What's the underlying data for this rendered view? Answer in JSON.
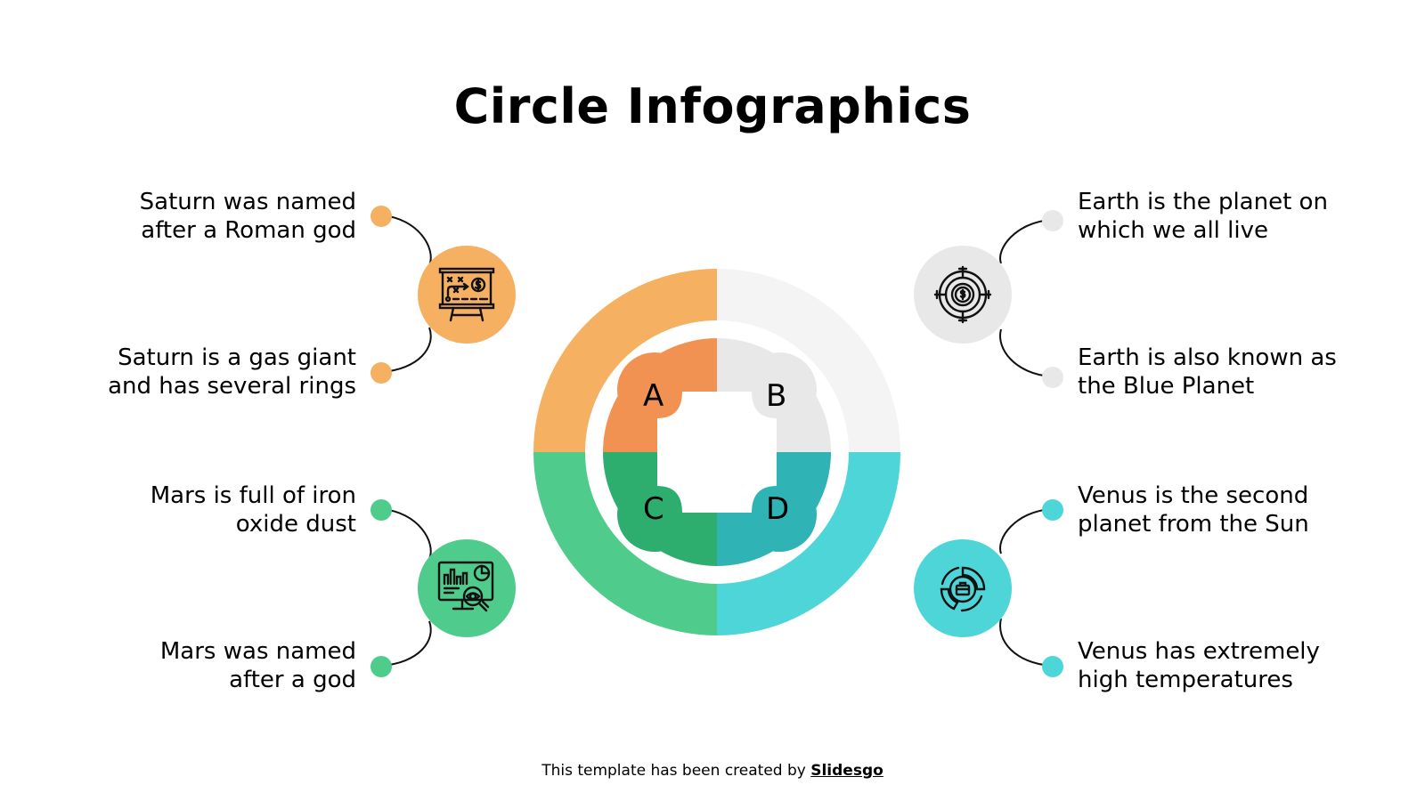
{
  "title": "Circle Infographics",
  "colors": {
    "orange_outer": "#F6B061",
    "orange_inner": "#F29252",
    "gray_outer": "#F4F4F4",
    "gray_inner": "#E8E8E8",
    "green_outer": "#4FCB8C",
    "green_inner": "#2EAE6E",
    "cyan_outer": "#4DD5D8",
    "cyan_inner": "#2FB3B5"
  },
  "segments": [
    {
      "letter": "A",
      "color": "orange"
    },
    {
      "letter": "B",
      "color": "gray"
    },
    {
      "letter": "C",
      "color": "green"
    },
    {
      "letter": "D",
      "color": "cyan"
    }
  ],
  "left": [
    {
      "icon": "presentation-board-dollar-icon",
      "top_text": [
        "Saturn was named",
        "after a Roman god"
      ],
      "bottom_text": [
        "Saturn is a gas giant",
        "and has several rings"
      ]
    },
    {
      "icon": "monitor-analytics-eye-icon",
      "top_text": [
        "Mars is full of iron",
        "oxide dust"
      ],
      "bottom_text": [
        "Mars was named",
        "after a god"
      ]
    }
  ],
  "right": [
    {
      "icon": "target-dollar-icon",
      "top_text": [
        "Earth is the planet on",
        "which we all live"
      ],
      "bottom_text": [
        "Earth is also known as",
        "the Blue Planet"
      ]
    },
    {
      "icon": "briefcase-chart-icon",
      "top_text": [
        "Venus is the second",
        "planet from the Sun"
      ],
      "bottom_text": [
        "Venus has extremely",
        "high temperatures"
      ]
    }
  ],
  "footer": {
    "prefix": "This template has been created by ",
    "link": "Slidesgo"
  }
}
